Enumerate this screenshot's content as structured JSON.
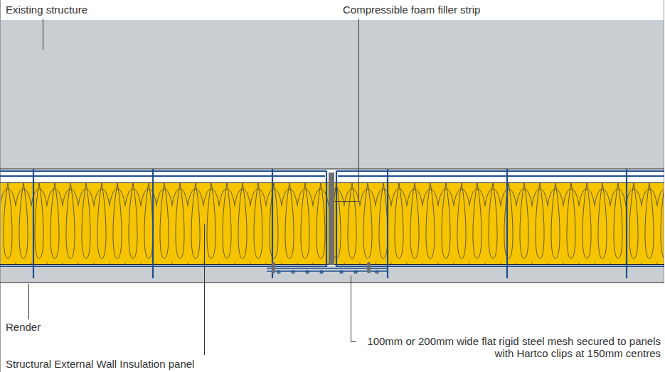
{
  "diagram": {
    "labels": [
      "Existing structure",
      "Compressible foam filler strip",
      "Render",
      "Structural External Wall Insulation panel",
      "100mm or 200mm wide flat rigid steel mesh secured to panels with Hartco clips at 150mm centres"
    ]
  }
}
